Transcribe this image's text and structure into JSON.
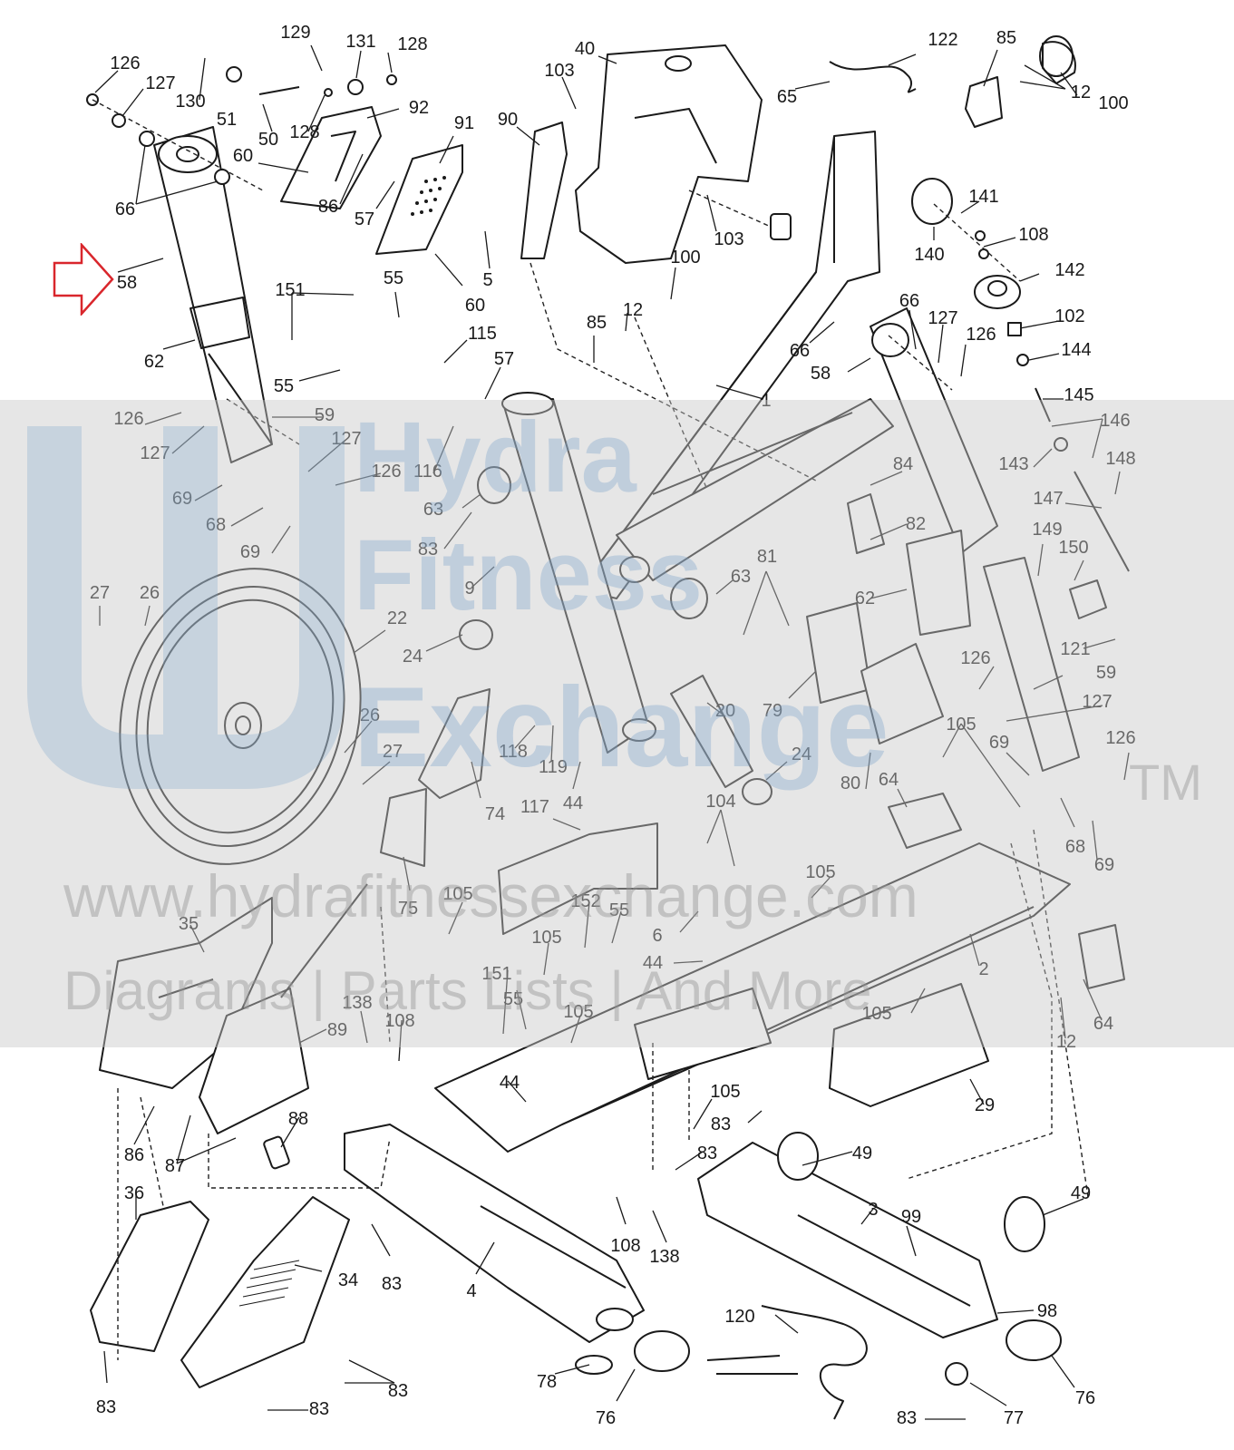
{
  "callouts": [
    {
      "id": "c126a",
      "text": "126"
    },
    {
      "id": "c127a",
      "text": "127"
    },
    {
      "id": "c130",
      "text": "130"
    },
    {
      "id": "c51",
      "text": "51"
    },
    {
      "id": "c129",
      "text": "129"
    },
    {
      "id": "c131",
      "text": "131"
    },
    {
      "id": "c128a",
      "text": "128"
    },
    {
      "id": "c50",
      "text": "50"
    },
    {
      "id": "c128b",
      "text": "128"
    },
    {
      "id": "c92",
      "text": "92"
    },
    {
      "id": "c60a",
      "text": "60"
    },
    {
      "id": "c66a",
      "text": "66"
    },
    {
      "id": "c86a",
      "text": "86"
    },
    {
      "id": "c57a",
      "text": "57"
    },
    {
      "id": "c91",
      "text": "91"
    },
    {
      "id": "c90",
      "text": "90"
    },
    {
      "id": "c103a",
      "text": "103"
    },
    {
      "id": "c40",
      "text": "40"
    },
    {
      "id": "c103b",
      "text": "103"
    },
    {
      "id": "c122",
      "text": "122"
    },
    {
      "id": "c85a",
      "text": "85"
    },
    {
      "id": "c65",
      "text": "65"
    },
    {
      "id": "c12a",
      "text": "12"
    },
    {
      "id": "c100a",
      "text": "100"
    },
    {
      "id": "c58a",
      "text": "58"
    },
    {
      "id": "c5",
      "text": "5"
    },
    {
      "id": "c60b",
      "text": "60"
    },
    {
      "id": "c55a",
      "text": "55"
    },
    {
      "id": "c151a",
      "text": "151"
    },
    {
      "id": "c100b",
      "text": "100"
    },
    {
      "id": "c85b",
      "text": "85"
    },
    {
      "id": "c12b",
      "text": "12"
    },
    {
      "id": "c62a",
      "text": "62"
    },
    {
      "id": "c115",
      "text": "115"
    },
    {
      "id": "c55b",
      "text": "55"
    },
    {
      "id": "c57b",
      "text": "57"
    },
    {
      "id": "c141",
      "text": "141"
    },
    {
      "id": "c140",
      "text": "140"
    },
    {
      "id": "c108a",
      "text": "108"
    },
    {
      "id": "c142",
      "text": "142"
    },
    {
      "id": "c66b",
      "text": "66"
    },
    {
      "id": "c127b",
      "text": "127"
    },
    {
      "id": "c126b",
      "text": "126"
    },
    {
      "id": "c102",
      "text": "102"
    },
    {
      "id": "c66c",
      "text": "66"
    },
    {
      "id": "c58b",
      "text": "58"
    },
    {
      "id": "c144",
      "text": "144"
    },
    {
      "id": "c1",
      "text": "1"
    },
    {
      "id": "c145",
      "text": "145"
    },
    {
      "id": "c146",
      "text": "146"
    },
    {
      "id": "c126c",
      "text": "126"
    },
    {
      "id": "c59a",
      "text": "59"
    },
    {
      "id": "c127c",
      "text": "127"
    },
    {
      "id": "c127d",
      "text": "127"
    },
    {
      "id": "c116",
      "text": "116"
    },
    {
      "id": "c126d",
      "text": "126"
    },
    {
      "id": "c63a",
      "text": "63"
    },
    {
      "id": "c69a",
      "text": "69"
    },
    {
      "id": "c68a",
      "text": "68"
    },
    {
      "id": "c69b",
      "text": "69"
    },
    {
      "id": "c84",
      "text": "84"
    },
    {
      "id": "c143",
      "text": "143"
    },
    {
      "id": "c148",
      "text": "148"
    },
    {
      "id": "c147",
      "text": "147"
    },
    {
      "id": "c82",
      "text": "82"
    },
    {
      "id": "c83a",
      "text": "83"
    },
    {
      "id": "c9",
      "text": "9"
    },
    {
      "id": "c149",
      "text": "149"
    },
    {
      "id": "c150",
      "text": "150"
    },
    {
      "id": "c27a",
      "text": "27"
    },
    {
      "id": "c26a",
      "text": "26"
    },
    {
      "id": "c81",
      "text": "81"
    },
    {
      "id": "c63b",
      "text": "63"
    },
    {
      "id": "c62b",
      "text": "62"
    },
    {
      "id": "c22",
      "text": "22"
    },
    {
      "id": "c24a",
      "text": "24"
    },
    {
      "id": "c121",
      "text": "121"
    },
    {
      "id": "c126e",
      "text": "126"
    },
    {
      "id": "c59b",
      "text": "59"
    },
    {
      "id": "c20",
      "text": "20"
    },
    {
      "id": "c79",
      "text": "79"
    },
    {
      "id": "c127e",
      "text": "127"
    },
    {
      "id": "c26b",
      "text": "26"
    },
    {
      "id": "c105a",
      "text": "105"
    },
    {
      "id": "c118",
      "text": "118"
    },
    {
      "id": "c119",
      "text": "119"
    },
    {
      "id": "c27b",
      "text": "27"
    },
    {
      "id": "c69c",
      "text": "69"
    },
    {
      "id": "c126f",
      "text": "126"
    },
    {
      "id": "c24b",
      "text": "24"
    },
    {
      "id": "c80",
      "text": "80"
    },
    {
      "id": "c64a",
      "text": "64"
    },
    {
      "id": "c104",
      "text": "104"
    },
    {
      "id": "c44a",
      "text": "44"
    },
    {
      "id": "c74",
      "text": "74"
    },
    {
      "id": "c117",
      "text": "117"
    },
    {
      "id": "c68b",
      "text": "68"
    },
    {
      "id": "c69d",
      "text": "69"
    },
    {
      "id": "c75",
      "text": "75"
    },
    {
      "id": "c105b",
      "text": "105"
    },
    {
      "id": "c105c",
      "text": "105"
    },
    {
      "id": "c152",
      "text": "152"
    },
    {
      "id": "c55c",
      "text": "55"
    },
    {
      "id": "c35",
      "text": "35"
    },
    {
      "id": "c6",
      "text": "6"
    },
    {
      "id": "c105d",
      "text": "105"
    },
    {
      "id": "c44b",
      "text": "44"
    },
    {
      "id": "c2",
      "text": "2"
    },
    {
      "id": "c151b",
      "text": "151"
    },
    {
      "id": "c55d",
      "text": "55"
    },
    {
      "id": "c105e",
      "text": "105"
    },
    {
      "id": "c105f",
      "text": "105"
    },
    {
      "id": "c64b",
      "text": "64"
    },
    {
      "id": "c12c",
      "text": "12"
    },
    {
      "id": "c138a",
      "text": "138"
    },
    {
      "id": "c108b",
      "text": "108"
    },
    {
      "id": "c89",
      "text": "89"
    },
    {
      "id": "c44c",
      "text": "44"
    },
    {
      "id": "c29",
      "text": "29"
    },
    {
      "id": "c105g",
      "text": "105"
    },
    {
      "id": "c83b",
      "text": "83"
    },
    {
      "id": "c86b",
      "text": "86"
    },
    {
      "id": "c87",
      "text": "87"
    },
    {
      "id": "c88",
      "text": "88"
    },
    {
      "id": "c83c",
      "text": "83"
    },
    {
      "id": "c49a",
      "text": "49"
    },
    {
      "id": "c36",
      "text": "36"
    },
    {
      "id": "c49b",
      "text": "49"
    },
    {
      "id": "c3",
      "text": "3"
    },
    {
      "id": "c99",
      "text": "99"
    },
    {
      "id": "c108c",
      "text": "108"
    },
    {
      "id": "c138b",
      "text": "138"
    },
    {
      "id": "c34",
      "text": "34"
    },
    {
      "id": "c83d",
      "text": "83"
    },
    {
      "id": "c4",
      "text": "4"
    },
    {
      "id": "c98",
      "text": "98"
    },
    {
      "id": "c120",
      "text": "120"
    },
    {
      "id": "c83e",
      "text": "83"
    },
    {
      "id": "c78",
      "text": "78"
    },
    {
      "id": "c76a",
      "text": "76"
    },
    {
      "id": "c83f",
      "text": "83"
    },
    {
      "id": "c83g",
      "text": "83"
    },
    {
      "id": "c83h",
      "text": "83"
    },
    {
      "id": "c77",
      "text": "77"
    },
    {
      "id": "c76b",
      "text": "76"
    }
  ],
  "watermark": {
    "brand_line1": "Hydra",
    "brand_line2": "Fitness",
    "brand_line3": "Exchange",
    "trademark": "TM",
    "url": "www.hydrafitnessexchange.com",
    "tagline": "Diagrams | Parts Lists | And More"
  },
  "colors": {
    "line": "#1a1a1a",
    "arrow": "#d9262c",
    "watermark_band": "#c8c8c8",
    "watermark_logo": "#78a0c8"
  },
  "marker": {
    "icon": "outline-arrow-right-icon",
    "points_to": "58"
  }
}
